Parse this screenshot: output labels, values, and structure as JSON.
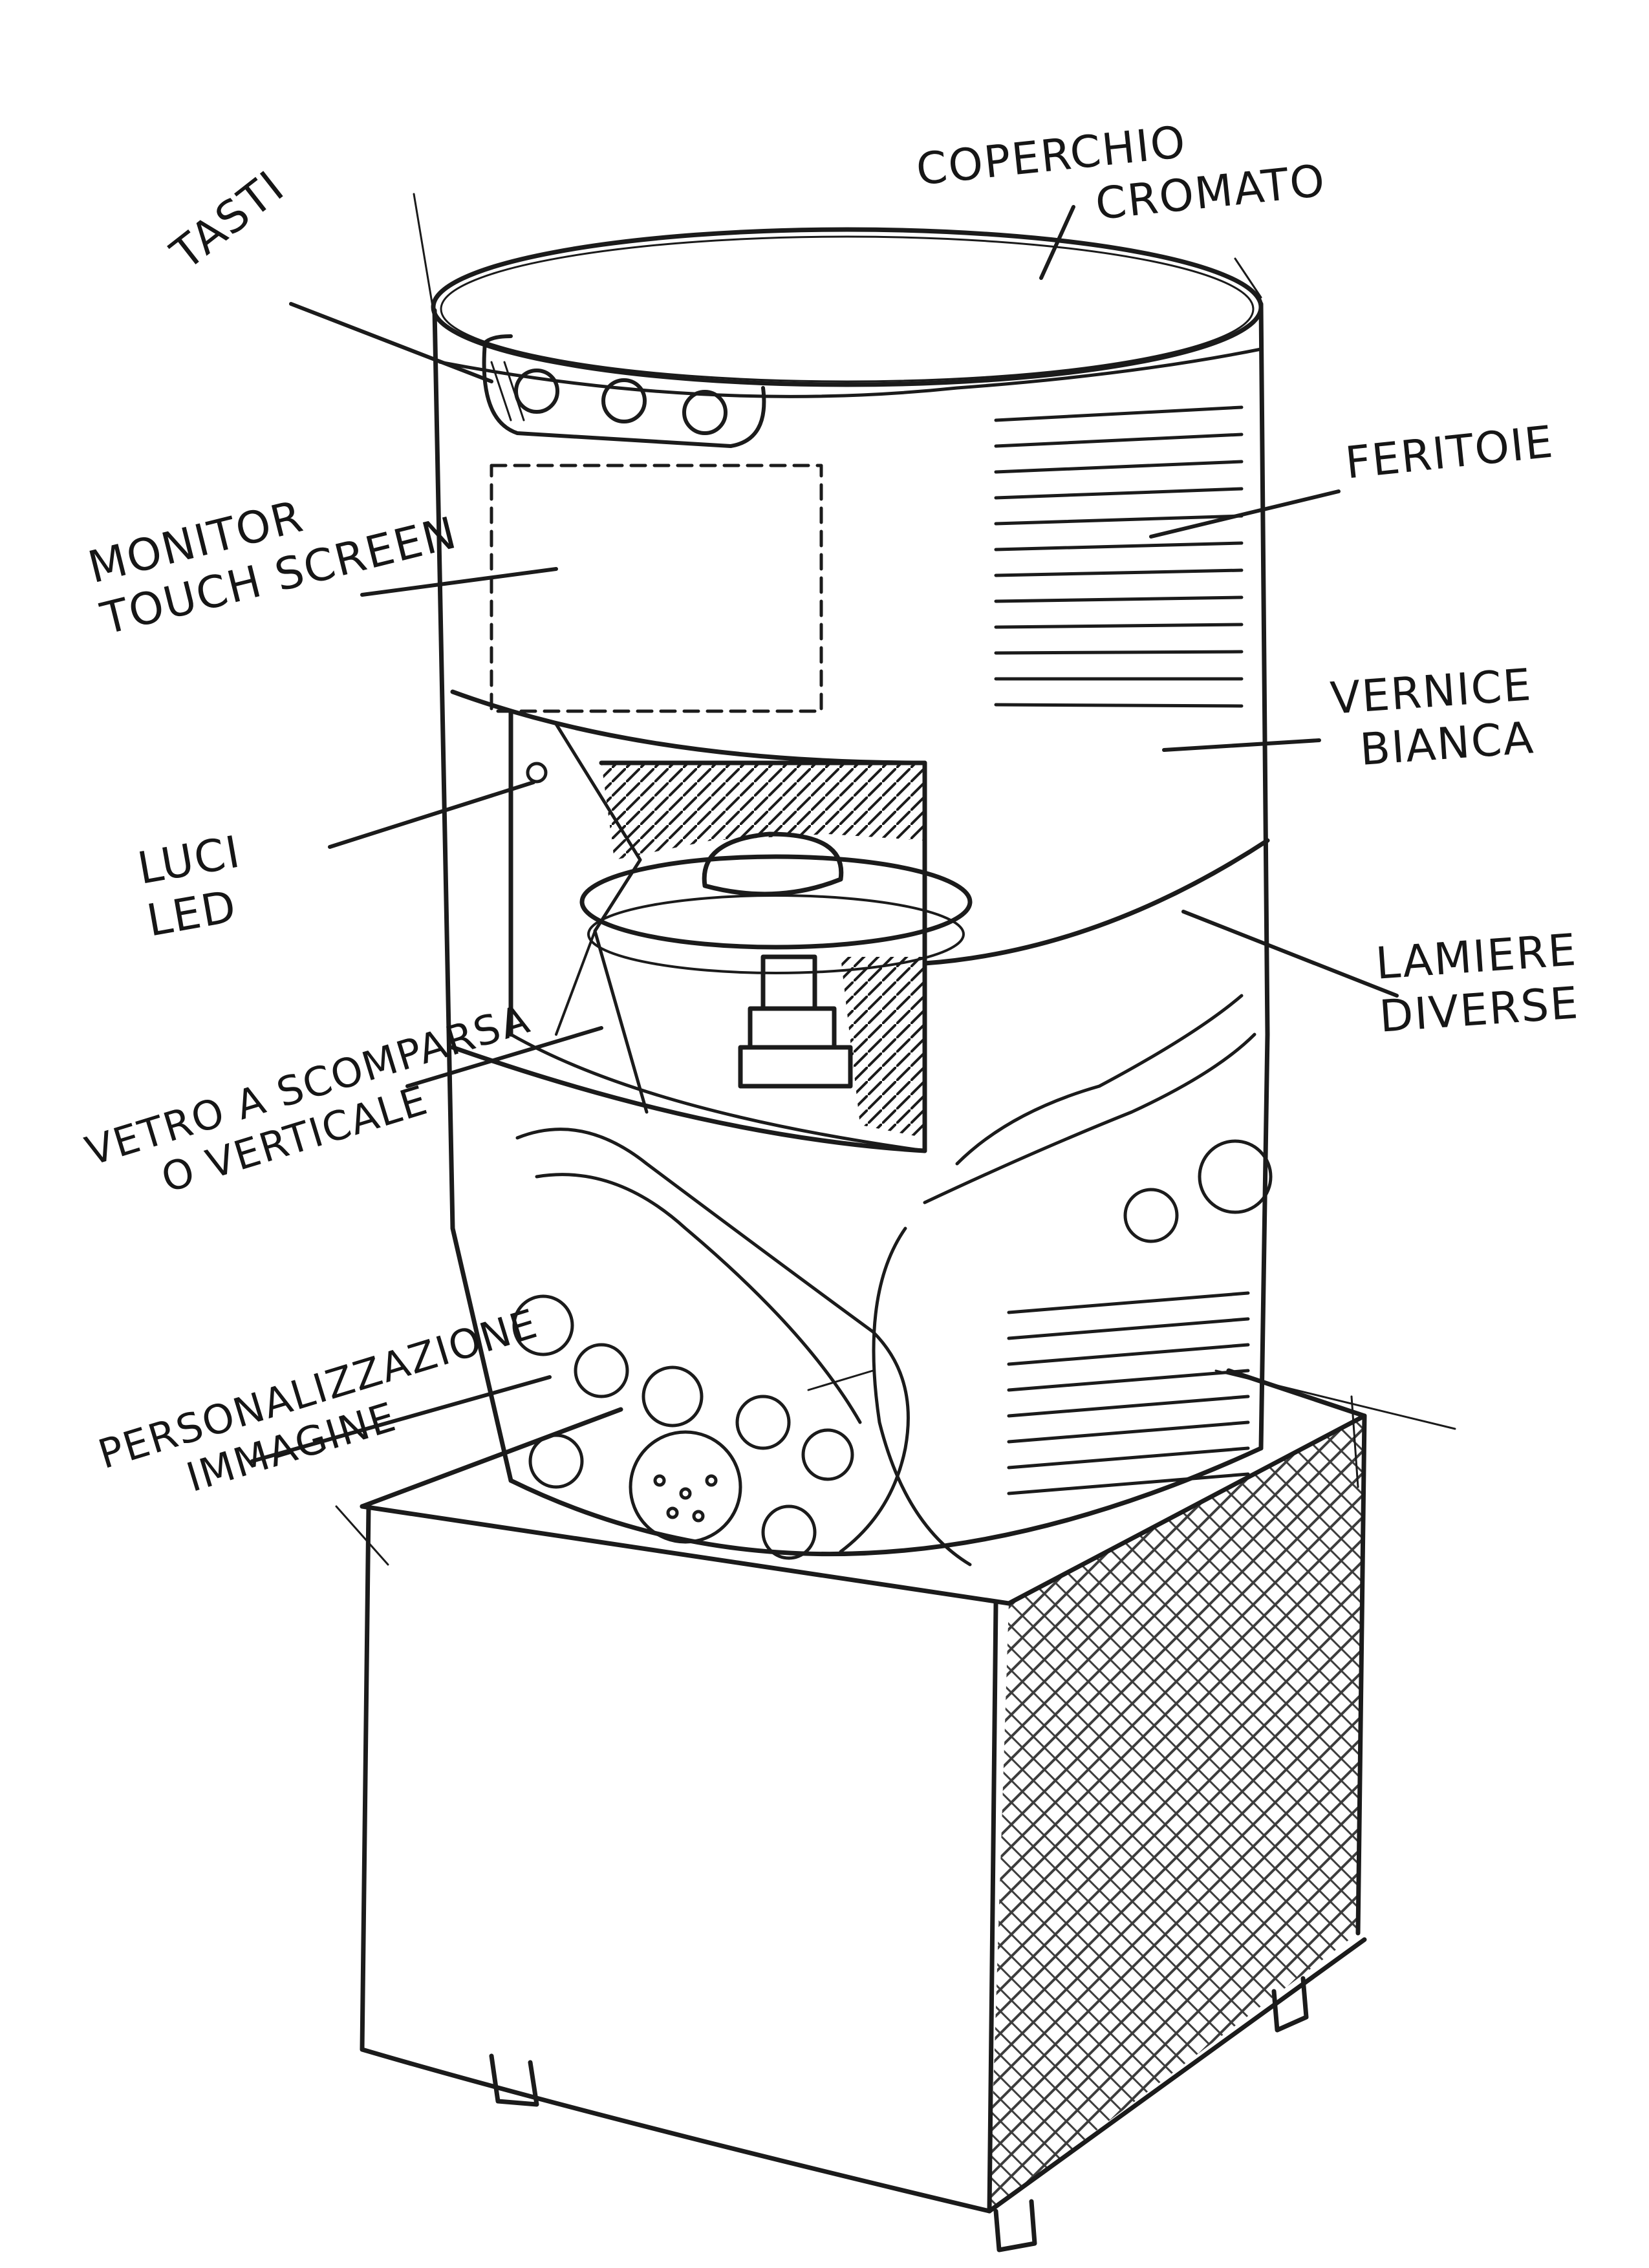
{
  "labels": {
    "tasti": "TASTI",
    "coperchio_line1": "COPERCHIO",
    "coperchio_line2": "CROMATO",
    "feritoie": "FERITOIE",
    "monitor_line1": "MONITOR",
    "monitor_line2": "TOUCH SCREEN",
    "vernice_line1": "VERNICE",
    "vernice_line2": "BIANCA",
    "luci_line1": "LUCI",
    "luci_line2": "LED",
    "lamiere_line1": "LAMIERE",
    "lamiere_line2": "DIVERSE",
    "vetro_line1": "VETRO A SCOMPARSA",
    "vetro_line2": "O VERTICALE",
    "personalizzazione_line1": "PERSONALIZZAZIONE",
    "personalizzazione_line2": "IMMAGINE"
  },
  "colors": {
    "ink": "#1b1b1b",
    "paper": "#ffffff"
  }
}
